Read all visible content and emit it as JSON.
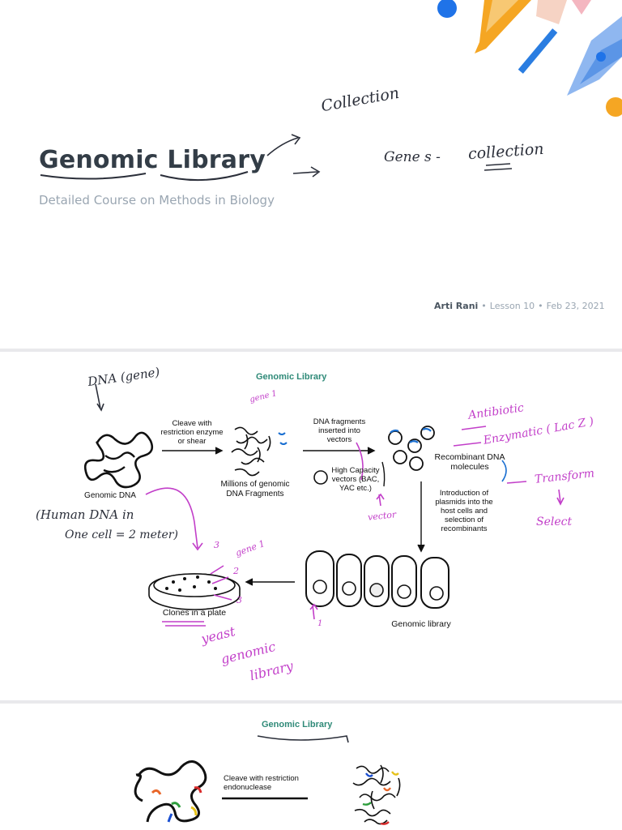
{
  "slide1": {
    "title_part1": "Genomic",
    "title_part2": "Library",
    "subtitle": "Detailed Course on Methods in Biology",
    "author": "Arti Rani",
    "lesson": "Lesson 10",
    "date": "Feb 23, 2021",
    "annotations": {
      "collection": "Collection",
      "genes_collection_a": "Gene s -",
      "genes_collection_b": "collection"
    }
  },
  "slide2": {
    "title": "Genomic Library",
    "labels": {
      "cleave": "Cleave with restriction enzyme or shear",
      "millions": "Millions of genomic DNA Fragments",
      "genomic_dna": "Genomic DNA",
      "inserted": "DNA fragments inserted into vectors",
      "high_capacity": "High Capacity vectors (BAC, YAC etc.)",
      "recombinant": "Recombinant DNA molecules",
      "introduction": "Introduction of plasmids into the host cells and selection of recombinants",
      "clones": "Clones in a plate",
      "genomic_library": "Genomic library"
    },
    "annotations": {
      "dna_gene": "DNA (gene)",
      "human_dna_1": "(Human DNA in",
      "human_dna_2": "One cell = 2 meter)",
      "gene1": "gene 1",
      "antibiotic": "Antibiotic",
      "enzymatic": "Enzymatic ( Lac Z )",
      "transform": "Transform",
      "select": "Select",
      "vector": "vector",
      "yeast_1": "yeast",
      "yeast_2": "genomic",
      "yeast_3": "library",
      "plate_gene1": "gene 1",
      "n2": "2",
      "n3": "3",
      "n1": "1"
    }
  },
  "slide3": {
    "title": "Genomic Library",
    "cleave": "Cleave with restriction endonuclease"
  }
}
